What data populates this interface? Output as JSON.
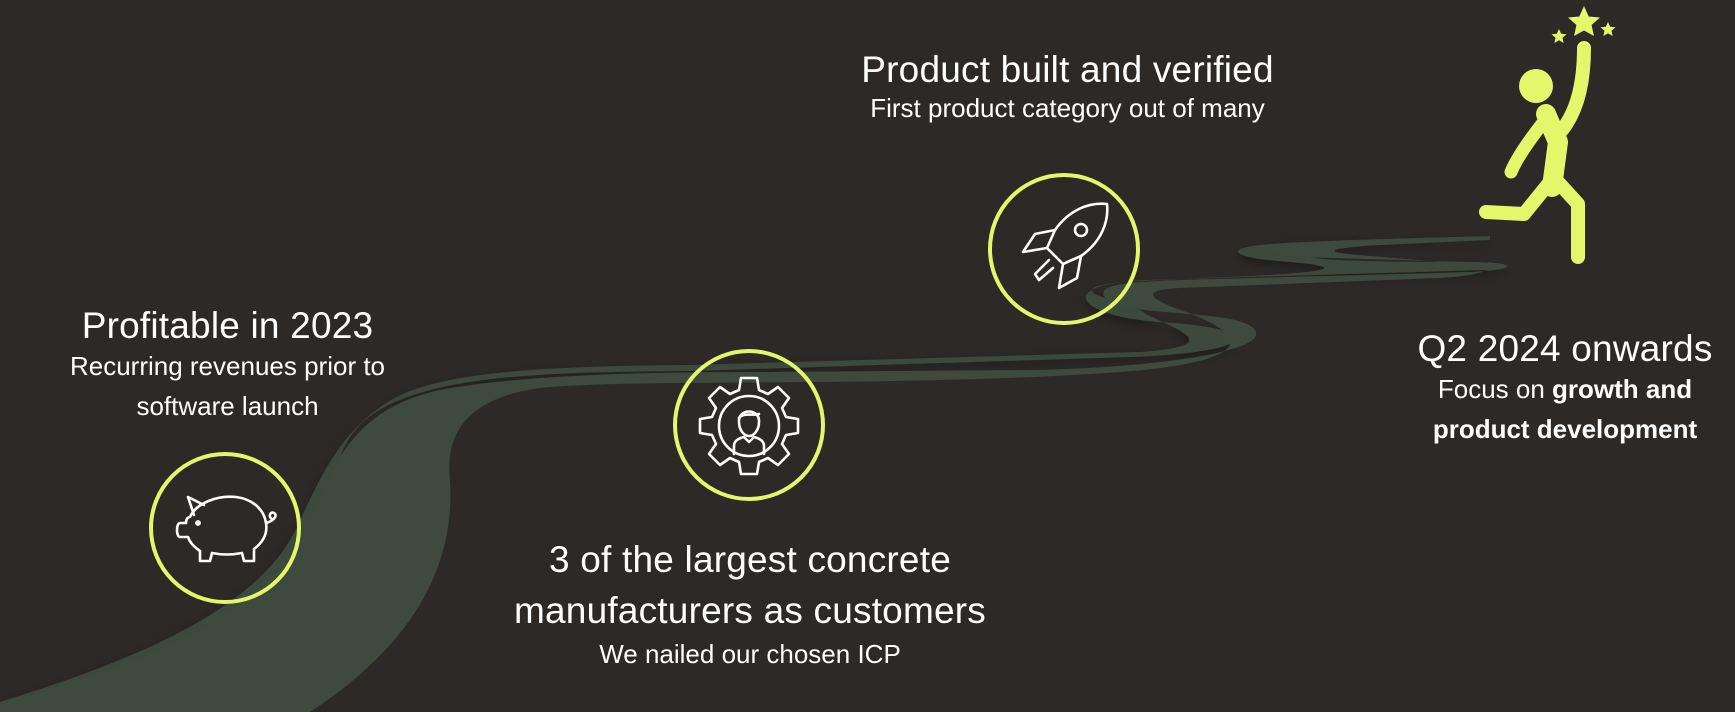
{
  "colors": {
    "background": "#2c2926",
    "road": "#3d4a3d",
    "accent": "#e2f86a",
    "text": "#ffffff"
  },
  "milestones": [
    {
      "icon": "piggy-bank-icon",
      "title": "Profitable in 2023",
      "subtitle_line1": "Recurring revenues prior to",
      "subtitle_line2": "software launch"
    },
    {
      "icon": "gear-person-icon",
      "title_line1": "3 of the largest concrete",
      "title_line2": "manufacturers as customers",
      "subtitle": "We nailed our chosen ICP"
    },
    {
      "icon": "rocket-icon",
      "title": "Product built and verified",
      "subtitle": "First product category out of many"
    },
    {
      "icon": "reaching-stars-person-icon",
      "title": "Q2 2024 onwards",
      "subtitle_prefix": "Focus on ",
      "subtitle_bold_1": "growth and",
      "subtitle_bold_2": "product development"
    }
  ]
}
